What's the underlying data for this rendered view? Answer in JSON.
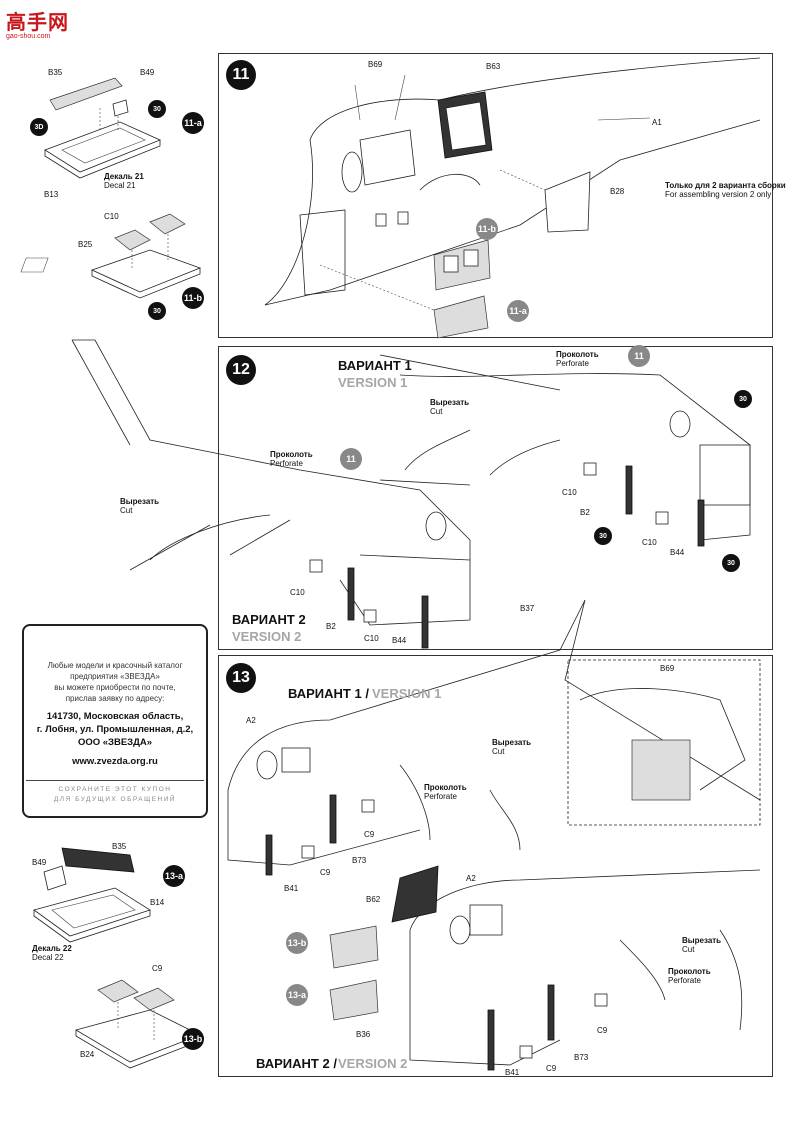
{
  "site": {
    "logo_text": "高手网",
    "logo_url": "gao-shou.com"
  },
  "steps": {
    "s11": {
      "num": "11"
    },
    "s12": {
      "num": "12"
    },
    "s13": {
      "num": "13"
    }
  },
  "sub_badges": {
    "s11a": "11-a",
    "s11b": "11-b",
    "s13a": "13-a",
    "s13b": "13-b"
  },
  "ref_badges": {
    "r11": "11",
    "r30": "30",
    "r3d": "3D"
  },
  "labels": {
    "B35": "B35",
    "B49": "B49",
    "B13": "B13",
    "B25": "B25",
    "C10": "C10",
    "B69": "B69",
    "B63": "B63",
    "A1": "A1",
    "B28": "B28",
    "B2": "B2",
    "B44": "B44",
    "B37": "B37",
    "A2": "A2",
    "C9": "C9",
    "B73": "B73",
    "B41": "B41",
    "B62": "B62",
    "B14": "B14",
    "B24": "B24",
    "B36": "B36"
  },
  "decals": {
    "d21_ru": "Декаль 21",
    "d21_en": "Decal 21",
    "d22_ru": "Декаль 22",
    "d22_en": "Decal 22"
  },
  "notes": {
    "only_v2_ru": "Только для 2 варианта сборки",
    "only_v2_en": "For assembling version 2 only",
    "cut_ru": "Вырезать",
    "cut_en": "Cut",
    "perforate_ru": "Проколоть",
    "perforate_en": "Perforate"
  },
  "variants": {
    "v1_ru": "ВАРИАНТ 1",
    "v1_en": "VERSION 1",
    "v2_ru": "ВАРИАНТ 2",
    "v2_en": "VERSION 2",
    "v1_combined_ru": "ВАРИАНТ 1 /",
    "v2_combined_ru": "ВАРИАНТ 2 /"
  },
  "coupon": {
    "line1": "Любые модели и красочный каталог",
    "line2": "предприятия «ЗВЕЗДА»",
    "line3": "вы можете приобрести по почте,",
    "line4": "прислав заявку по адресу:",
    "addr1": "141730, Московская область,",
    "addr2": "г. Лобня, ул. Промышленная, д.2,",
    "addr3": "ООО «ЗВЕЗДА»",
    "web": "www.zvezda.org.ru",
    "foot1": "СОХРАНИТЕ ЭТОТ КУПОН",
    "foot2": "ДЛЯ БУДУЩИХ ОБРАЩЕНИЙ"
  }
}
